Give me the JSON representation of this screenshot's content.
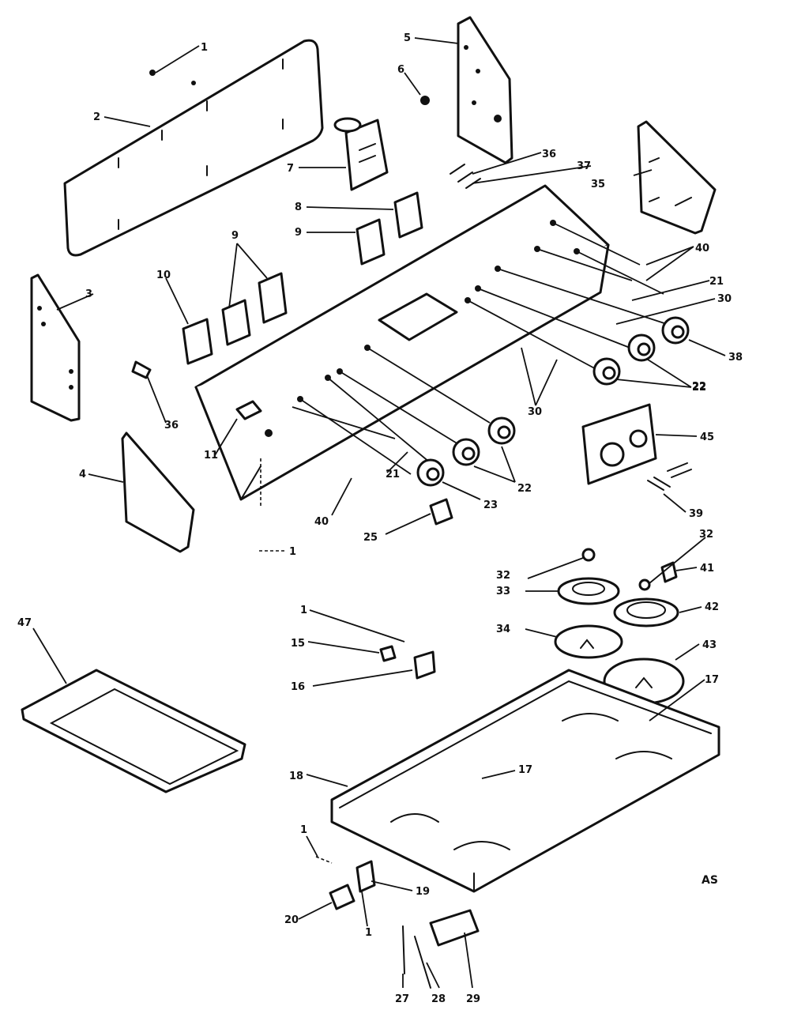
{
  "diagram_tag": "AS",
  "callouts": [
    "1",
    "2",
    "3",
    "4",
    "5",
    "6",
    "7",
    "8",
    "9",
    "9",
    "10",
    "11",
    "1",
    "21",
    "22",
    "23",
    "25",
    "36",
    "40",
    "22",
    "30",
    "35",
    "36",
    "37",
    "40",
    "21",
    "30",
    "38",
    "22",
    "45",
    "39",
    "32",
    "32",
    "33",
    "41",
    "42",
    "34",
    "43",
    "17",
    "17",
    "18",
    "1",
    "15",
    "16",
    "47",
    "1",
    "19",
    "20",
    "1",
    "27",
    "28",
    "29"
  ]
}
